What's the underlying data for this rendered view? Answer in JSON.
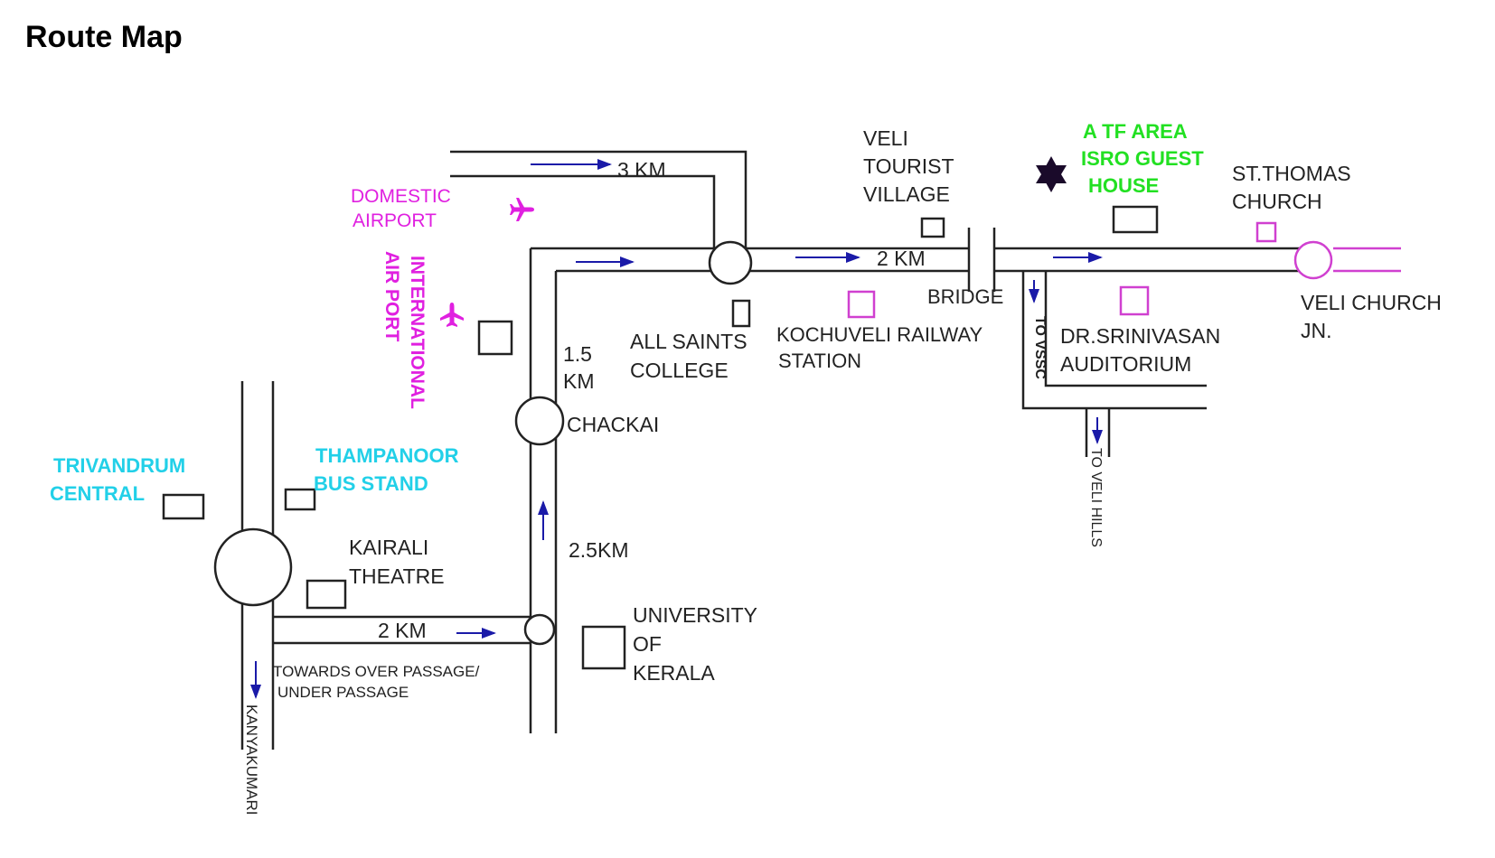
{
  "title": "Route Map",
  "colors": {
    "road": "#222222",
    "arrow": "#1a1aa8",
    "airport": "#e020e0",
    "bus": "#22d0e8",
    "destination": "#22e022",
    "magenta_marker": "#d040d0",
    "star": "#1a0a2a"
  },
  "icons": [
    "airplane-icon",
    "star-icon"
  ],
  "distances": {
    "top_road": "3 KM",
    "veli_road": "2 KM",
    "chackai_north_line1": "1.5",
    "chackai_north_line2": "KM",
    "chackai_south": "2.5KM",
    "kairali_road": "2 KM"
  },
  "places": {
    "domestic_airport": [
      "DOMESTIC",
      "AIRPORT"
    ],
    "international_airport": [
      "INTERNATIONAL",
      "AIR PORT"
    ],
    "trivandrum_central": [
      "TRIVANDRUM",
      "CENTRAL"
    ],
    "thampanoor": [
      "THAMPANOOR",
      "BUS STAND"
    ],
    "kairali": [
      "KAIRALI",
      "THEATRE"
    ],
    "chackai": "CHACKAI",
    "all_saints": [
      "ALL SAINTS",
      "COLLEGE"
    ],
    "kochuveli": [
      "KOCHUVELI RAILWAY",
      "STATION"
    ],
    "veli_tourist": [
      "VELI",
      "TOURIST",
      "VILLAGE"
    ],
    "bridge": "BRIDGE",
    "atf": [
      "A TF AREA",
      "ISRO GUEST",
      "HOUSE"
    ],
    "st_thomas": [
      "ST.THOMAS",
      "CHURCH"
    ],
    "veli_church": [
      "VELI CHURCH",
      "JN."
    ],
    "auditorium": [
      "DR.SRINIVASAN",
      "AUDITORIUM"
    ],
    "to_vssc": "TO VSSC",
    "to_veli_hills": "TO VELI HILLS",
    "university": [
      "UNIVERSITY",
      "OF",
      "KERALA"
    ],
    "over_passage": [
      "TOWARDS OVER PASSAGE/",
      "UNDER PASSAGE"
    ],
    "kanyakumari": "KANYAKUMARI"
  }
}
